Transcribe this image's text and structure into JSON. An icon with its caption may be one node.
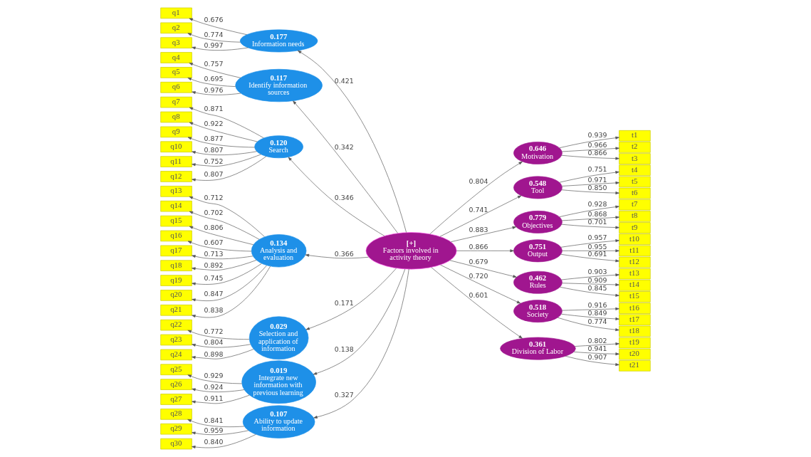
{
  "diagram": {
    "nodes": [
      {
        "text": [
          "[+]",
          "Factors involved in activity theory"
        ]
      },
      {
        "text": [
          "0.177",
          "Information needs"
        ]
      },
      {
        "text": [
          "0.117",
          "Identify information sources"
        ]
      },
      {
        "text": [
          "0.120",
          "Search"
        ]
      },
      {
        "text": [
          "0.134",
          "Analysis and evaluation"
        ]
      },
      {
        "text": [
          "0.029",
          "Selection and application of information"
        ]
      },
      {
        "text": [
          "0.019",
          "Integrate new information with previous learning"
        ]
      },
      {
        "text": [
          "0.107",
          "Ability to update information"
        ]
      },
      {
        "text": [
          "0.646",
          "Motivation"
        ]
      },
      {
        "text": [
          "0.548",
          "Tool"
        ]
      },
      {
        "text": [
          "0.779",
          "Objectives"
        ]
      },
      {
        "text": [
          "0.751",
          "Output"
        ]
      },
      {
        "text": [
          "0.462",
          "Rules"
        ]
      },
      {
        "text": [
          "0.518",
          "Society"
        ]
      },
      {
        "text": [
          "0.361",
          "Division of Labor"
        ]
      },
      {
        "text": [
          "q1"
        ]
      },
      {
        "text": [
          "q2"
        ]
      },
      {
        "text": [
          "q3"
        ]
      },
      {
        "text": [
          "q4"
        ]
      },
      {
        "text": [
          "q5"
        ]
      },
      {
        "text": [
          "q6"
        ]
      },
      {
        "text": [
          "q7"
        ]
      },
      {
        "text": [
          "q8"
        ]
      },
      {
        "text": [
          "q9"
        ]
      },
      {
        "text": [
          "q10"
        ]
      },
      {
        "text": [
          "q11"
        ]
      },
      {
        "text": [
          "q12"
        ]
      },
      {
        "text": [
          "q13"
        ]
      },
      {
        "text": [
          "q14"
        ]
      },
      {
        "text": [
          "q15"
        ]
      },
      {
        "text": [
          "q16"
        ]
      },
      {
        "text": [
          "q17"
        ]
      },
      {
        "text": [
          "q18"
        ]
      },
      {
        "text": [
          "q19"
        ]
      },
      {
        "text": [
          "q20"
        ]
      },
      {
        "text": [
          "q21"
        ]
      },
      {
        "text": [
          "q22"
        ]
      },
      {
        "text": [
          "q23"
        ]
      },
      {
        "text": [
          "q24"
        ]
      },
      {
        "text": [
          "q25"
        ]
      },
      {
        "text": [
          "q26"
        ]
      },
      {
        "text": [
          "q27"
        ]
      },
      {
        "text": [
          "q28"
        ]
      },
      {
        "text": [
          "q29"
        ]
      },
      {
        "text": [
          "q30"
        ]
      },
      {
        "text": [
          "t1"
        ]
      },
      {
        "text": [
          "t2"
        ]
      },
      {
        "text": [
          "t3"
        ]
      },
      {
        "text": [
          "t4"
        ]
      },
      {
        "text": [
          "t5"
        ]
      },
      {
        "text": [
          "t6"
        ]
      },
      {
        "text": [
          "t7"
        ]
      },
      {
        "text": [
          "t8"
        ]
      },
      {
        "text": [
          "t9"
        ]
      },
      {
        "text": [
          "t10"
        ]
      },
      {
        "text": [
          "t11"
        ]
      },
      {
        "text": [
          "t12"
        ]
      },
      {
        "text": [
          "t13"
        ]
      },
      {
        "text": [
          "t14"
        ]
      },
      {
        "text": [
          "t15"
        ]
      },
      {
        "text": [
          "t16"
        ]
      },
      {
        "text": [
          "t17"
        ]
      },
      {
        "text": [
          "t18"
        ]
      },
      {
        "text": [
          "t19"
        ]
      },
      {
        "text": [
          "t20"
        ]
      },
      {
        "text": [
          "t21"
        ]
      }
    ],
    "edges": [
      {
        "from": 0,
        "to": 1,
        "arrow": "to",
        "label": "0.421"
      },
      {
        "from": 0,
        "to": 2,
        "arrow": "to",
        "label": "0.342"
      },
      {
        "from": 0,
        "to": 3,
        "arrow": "to",
        "label": "0.346"
      },
      {
        "from": 0,
        "to": 4,
        "arrow": "to",
        "label": "0.366"
      },
      {
        "from": 0,
        "to": 5,
        "arrow": "to",
        "label": "0.171"
      },
      {
        "from": 0,
        "to": 6,
        "arrow": "to",
        "label": "0.138"
      },
      {
        "from": 0,
        "to": 7,
        "arrow": "to",
        "label": "0.327"
      },
      {
        "from": 0,
        "to": 8,
        "arrow": "to",
        "label": "0.804"
      },
      {
        "from": 0,
        "to": 9,
        "arrow": "to",
        "label": "0.741"
      },
      {
        "from": 0,
        "to": 10,
        "arrow": "to",
        "label": "0.883"
      },
      {
        "from": 0,
        "to": 11,
        "arrow": "to",
        "label": "0.866"
      },
      {
        "from": 0,
        "to": 12,
        "arrow": "to",
        "label": "0.679"
      },
      {
        "from": 0,
        "to": 13,
        "arrow": "to",
        "label": "0.720"
      },
      {
        "from": 0,
        "to": 14,
        "arrow": "to",
        "label": "0.601"
      },
      {
        "from": 1,
        "to": 15,
        "arrow": "to",
        "label": "0.676"
      },
      {
        "from": 1,
        "to": 16,
        "arrow": "to",
        "label": "0.774"
      },
      {
        "from": 1,
        "to": 17,
        "arrow": "to",
        "label": "0.997"
      },
      {
        "from": 2,
        "to": 18,
        "arrow": "to",
        "label": "0.757"
      },
      {
        "from": 2,
        "to": 19,
        "arrow": "to",
        "label": "0.695"
      },
      {
        "from": 2,
        "to": 20,
        "arrow": "to",
        "label": "0.976"
      },
      {
        "from": 3,
        "to": 21,
        "arrow": "to",
        "label": "0.871"
      },
      {
        "from": 3,
        "to": 22,
        "arrow": "to",
        "label": "0.922"
      },
      {
        "from": 3,
        "to": 23,
        "arrow": "to",
        "label": "0.877"
      },
      {
        "from": 3,
        "to": 24,
        "arrow": "to",
        "label": "0.807"
      },
      {
        "from": 3,
        "to": 25,
        "arrow": "to",
        "label": "0.752"
      },
      {
        "from": 3,
        "to": 26,
        "arrow": "to",
        "label": "0.807"
      },
      {
        "from": 4,
        "to": 27,
        "arrow": "to",
        "label": "0.712"
      },
      {
        "from": 4,
        "to": 28,
        "arrow": "to",
        "label": "0.702"
      },
      {
        "from": 4,
        "to": 29,
        "arrow": "to",
        "label": "0.806"
      },
      {
        "from": 4,
        "to": 30,
        "arrow": "to",
        "label": "0.607"
      },
      {
        "from": 4,
        "to": 31,
        "arrow": "to",
        "label": "0.713"
      },
      {
        "from": 4,
        "to": 32,
        "arrow": "to",
        "label": "0.892"
      },
      {
        "from": 4,
        "to": 33,
        "arrow": "to",
        "label": "0.745"
      },
      {
        "from": 4,
        "to": 34,
        "arrow": "to",
        "label": "0.847"
      },
      {
        "from": 4,
        "to": 35,
        "arrow": "to",
        "label": "0.838"
      },
      {
        "from": 5,
        "to": 36,
        "arrow": "to",
        "label": "0.772"
      },
      {
        "from": 5,
        "to": 37,
        "arrow": "to",
        "label": "0.804"
      },
      {
        "from": 5,
        "to": 38,
        "arrow": "to",
        "label": "0.898"
      },
      {
        "from": 6,
        "to": 39,
        "arrow": "to",
        "label": "0.929"
      },
      {
        "from": 6,
        "to": 40,
        "arrow": "to",
        "label": "0.924"
      },
      {
        "from": 6,
        "to": 41,
        "arrow": "to",
        "label": "0.911"
      },
      {
        "from": 7,
        "to": 42,
        "arrow": "to",
        "label": "0.841"
      },
      {
        "from": 7,
        "to": 43,
        "arrow": "to",
        "label": "0.959"
      },
      {
        "from": 7,
        "to": 44,
        "arrow": "to",
        "label": "0.840"
      },
      {
        "from": 8,
        "to": 45,
        "arrow": "to",
        "label": "0.939"
      },
      {
        "from": 8,
        "to": 46,
        "arrow": "to",
        "label": "0.966"
      },
      {
        "from": 8,
        "to": 47,
        "arrow": "to",
        "label": "0.866"
      },
      {
        "from": 9,
        "to": 48,
        "arrow": "to",
        "label": "0.751"
      },
      {
        "from": 9,
        "to": 49,
        "arrow": "to",
        "label": "0.971"
      },
      {
        "from": 9,
        "to": 50,
        "arrow": "to",
        "label": "0.850"
      },
      {
        "from": 10,
        "to": 51,
        "arrow": "to",
        "label": "0.928"
      },
      {
        "from": 10,
        "to": 52,
        "arrow": "to",
        "label": "0.868"
      },
      {
        "from": 10,
        "to": 53,
        "arrow": "to",
        "label": "0.701"
      },
      {
        "from": 11,
        "to": 54,
        "arrow": "to",
        "label": "0.957"
      },
      {
        "from": 11,
        "to": 55,
        "arrow": "to",
        "label": "0.955"
      },
      {
        "from": 11,
        "to": 56,
        "arrow": "to",
        "label": "0.691"
      },
      {
        "from": 12,
        "to": 57,
        "arrow": "to",
        "label": "0.903"
      },
      {
        "from": 12,
        "to": 58,
        "arrow": "to",
        "label": "0.909"
      },
      {
        "from": 12,
        "to": 59,
        "arrow": "to",
        "label": "0.845"
      },
      {
        "from": 13,
        "to": 60,
        "arrow": "to",
        "label": "0.916"
      },
      {
        "from": 13,
        "to": 61,
        "arrow": "to",
        "label": "0.849"
      },
      {
        "from": 13,
        "to": 62,
        "arrow": "to",
        "label": "0.774"
      },
      {
        "from": 14,
        "to": 63,
        "arrow": "to",
        "label": "0.802"
      },
      {
        "from": 14,
        "to": 64,
        "arrow": "to",
        "label": "0.941"
      },
      {
        "from": 14,
        "to": 65,
        "arrow": "to",
        "label": "0.907"
      }
    ]
  }
}
